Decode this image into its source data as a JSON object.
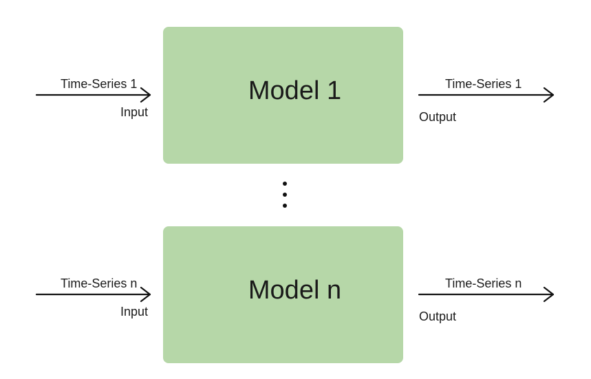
{
  "colors": {
    "box_fill": "#b6d7a8",
    "stroke": "#111111",
    "text": "#1a1a1a"
  },
  "rows": [
    {
      "model_label": "Model 1",
      "input_series": "Time-Series 1",
      "input_label": "Input",
      "output_series": "Time-Series 1",
      "output_label": "Output"
    },
    {
      "model_label": "Model n",
      "input_series": "Time-Series n",
      "input_label": "Input",
      "output_series": "Time-Series n",
      "output_label": "Output"
    }
  ],
  "ellipsis_icon": "vertical-ellipsis"
}
